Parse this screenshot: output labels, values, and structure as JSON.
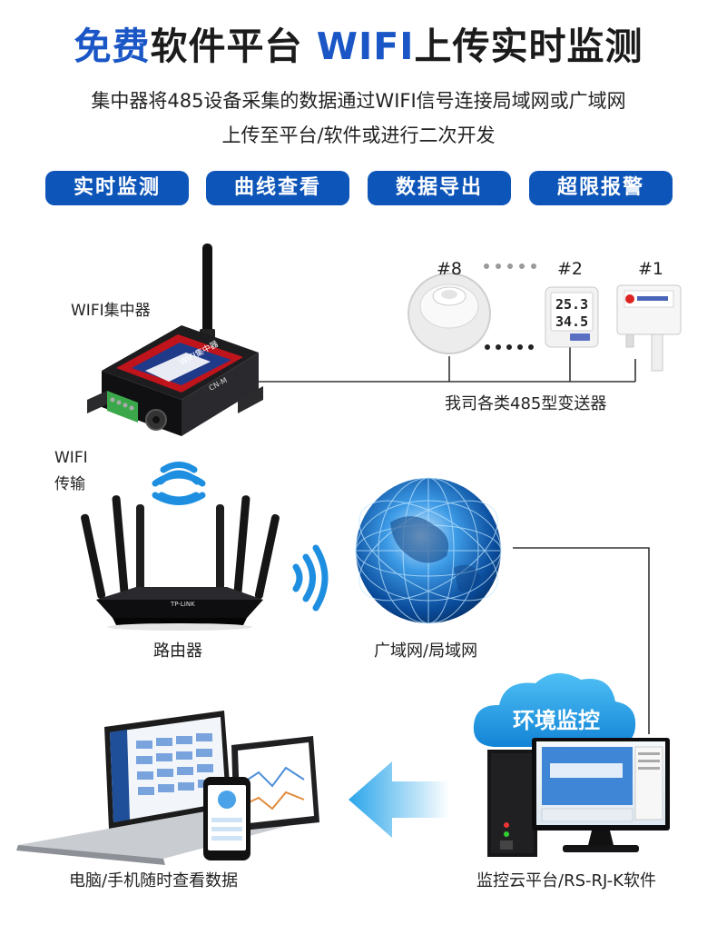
{
  "header": {
    "title_part1": "免费",
    "title_part2": "软件平台 ",
    "title_part3": "WIFI",
    "title_part4": "上传实时监测",
    "subtitle_line1": "集中器将485设备采集的数据通过WIFI信号连接局域网或广域网",
    "subtitle_line2": "上传至平台/软件或进行二次开发"
  },
  "features": [
    "实时监测",
    "曲线查看",
    "数据导出",
    "超限报警"
  ],
  "concentrator": {
    "label": "WIFI集中器",
    "brand_text": "WIFI集中器",
    "model_text": "CN-M"
  },
  "sensors": {
    "id8": "#8",
    "id2": "#2",
    "id1": "#1",
    "temp_reading": "25.3",
    "humidity_reading": "34.5",
    "caption": "我司各类485型变送器"
  },
  "wifi_transfer": {
    "line1": "WIFI",
    "line2": "传输"
  },
  "router": {
    "label": "路由器",
    "brand": "TP-LINK"
  },
  "network": {
    "label": "广域网/局域网"
  },
  "cloud": {
    "label": "环境监控"
  },
  "platform": {
    "label": "监控云平台/RS-RJ-K软件"
  },
  "devices": {
    "label": "电脑/手机随时查看数据"
  },
  "colors": {
    "brand_blue": "#1a56c6",
    "pill_blue": "#0d55b8",
    "wifi_blue": "#1e8fe0",
    "arrow_blue": "#2aa5ea",
    "cloud_blue": "#1f9be0"
  }
}
